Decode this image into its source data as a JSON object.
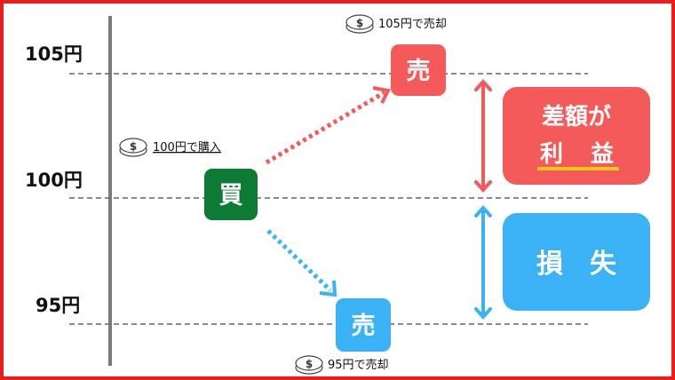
{
  "axis": {
    "labels": [
      "105円",
      "100円",
      "95円"
    ]
  },
  "notes": {
    "buy": "100円で購入",
    "sell_high": "105円で売却",
    "sell_low": "95円で売却"
  },
  "boxes": {
    "buy": "買",
    "sell_high": "売",
    "sell_low": "売"
  },
  "profit": {
    "line1": "差額が",
    "line2a": "利",
    "line2b": "益"
  },
  "loss": {
    "label": "損　失"
  },
  "colors": {
    "border": "#ee1b1b",
    "buy": "#0d7a36",
    "profit": "#f55a5a",
    "loss": "#3bb2f6",
    "underline": "#f5c518",
    "axis": "#7a7a7a"
  }
}
